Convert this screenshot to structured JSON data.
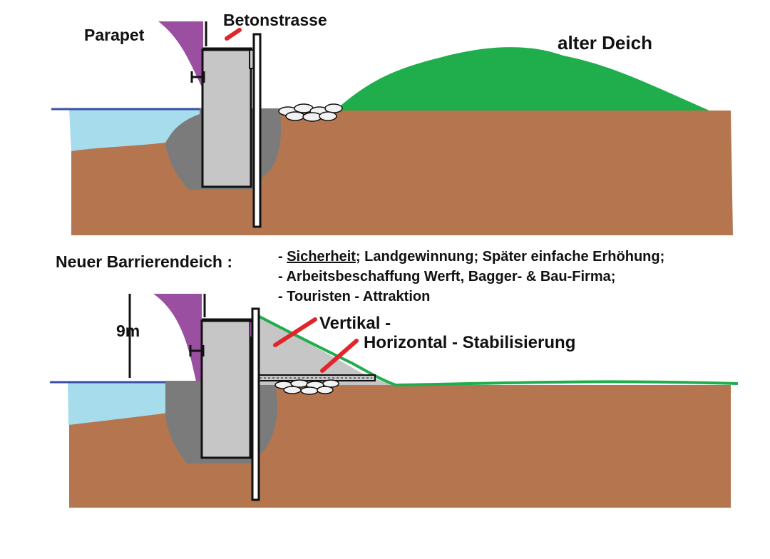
{
  "labels": {
    "parapet": "Parapet",
    "betonstrasse": "Betonstrasse",
    "alter_deich": "alter Deich",
    "heading": "Neuer Barrierendeich :",
    "height": "9m",
    "vertikal": "Vertikal -",
    "horizontal": "Horizontal - Stabilisierung"
  },
  "benefits": [
    {
      "prefix": "- ",
      "emph": "Sicherheit",
      "rest": "; Landgewinnung; Später einfache Erhöhung;"
    },
    {
      "prefix": "- ",
      "emph": "",
      "rest": "Arbeitsbeschaffung Werft, Bagger- & Bau-Firma;"
    },
    {
      "prefix": "- ",
      "emph": "",
      "rest": "Touristen - Attraktion"
    }
  ],
  "colors": {
    "soil": "#b5764f",
    "water": "#a6dcec",
    "water_line": "#3b4fa8",
    "concrete": "#c6c6c6",
    "foundation": "#7b7b7b",
    "parapet": "#9b4fa0",
    "dike": "#20ad4c",
    "pointer": "#e0262b",
    "rock": "#f2f2f2",
    "outline": "#111111"
  }
}
